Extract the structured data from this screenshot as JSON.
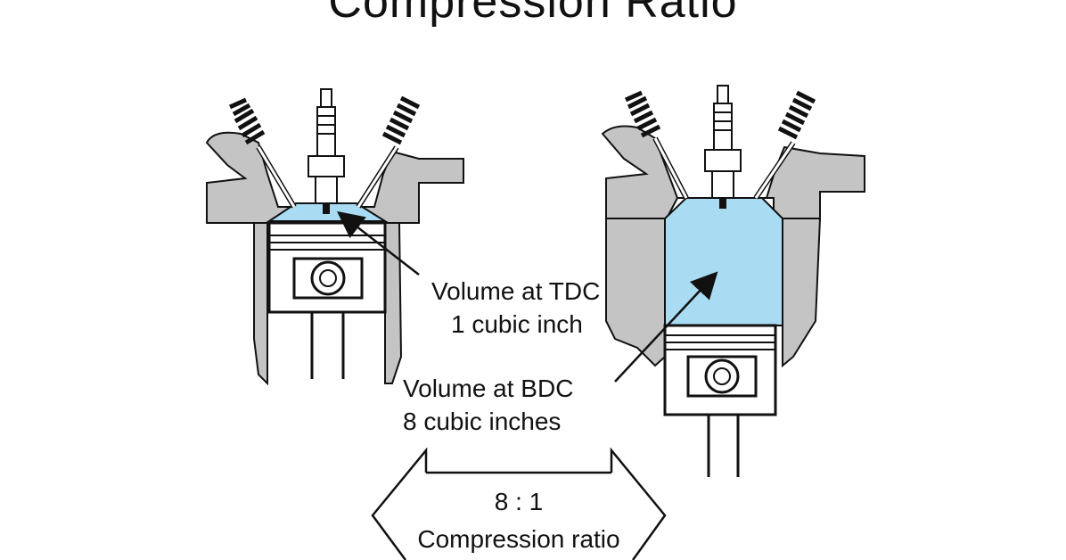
{
  "title": "Compression Ratio",
  "labels": {
    "tdc_line1": "Volume at TDC",
    "tdc_line2": "1 cubic inch",
    "bdc_line1": "Volume at BDC",
    "bdc_line2": "8 cubic inches",
    "ratio": "8 : 1",
    "ratio_caption": "Compression ratio"
  },
  "colors": {
    "chamber_fill": "#a9dbf3",
    "head_gray": "#c4c4c4",
    "line": "#111111"
  },
  "icons": [
    "spark-plug-icon",
    "valve-spring-icon",
    "piston-icon",
    "double-arrow-icon"
  ]
}
